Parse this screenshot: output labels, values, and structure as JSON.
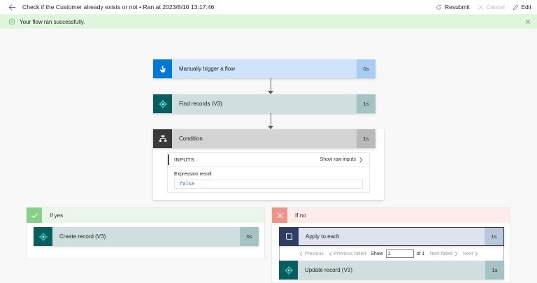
{
  "topbar": {
    "back_icon": "arrow-left-icon",
    "title": "Check if the Customer already exists or not • Ran at 2023/8/10 13:17:46",
    "actions": [
      {
        "label": "Resubmit",
        "icon": "refresh-icon",
        "disabled": false
      },
      {
        "label": "Cancel",
        "icon": "cancel-x-icon",
        "disabled": true
      },
      {
        "label": "Edit",
        "icon": "pencil-icon",
        "disabled": false
      }
    ]
  },
  "banner": {
    "icon": "check-circle-icon",
    "text": "Your flow ran successfully.",
    "close_icon": "close-icon"
  },
  "flow": {
    "trigger": {
      "title": "Manually trigger a flow",
      "duration": "0s",
      "icon": "manual-trigger-hand-icon",
      "status": "succeeded"
    },
    "find_records": {
      "title": "Find records (V3)",
      "duration": "1s",
      "icon": "dataverse-icon",
      "status": "succeeded"
    },
    "condition": {
      "title": "Condition",
      "duration": "1s",
      "icon": "condition-branch-icon",
      "status": "succeeded",
      "inputs_label": "INPUTS",
      "raw_inputs_link": "Show raw inputs",
      "raw_chevron": "chevron-right-icon",
      "expression_label": "Expression result",
      "expression_value": "false"
    },
    "if_yes": {
      "label": "If yes",
      "icon": "check-icon",
      "action": {
        "title": "Create record (V3)",
        "duration": "0s",
        "icon": "dataverse-icon",
        "status": "skipped"
      }
    },
    "if_no": {
      "label": "If no",
      "icon": "x-icon",
      "loop": {
        "title": "Apply to each",
        "duration": "1s",
        "icon": "foreach-loop-icon",
        "status": "succeeded",
        "pager": {
          "previous": "Previous",
          "previous_failed": "Previous failed",
          "show": "Show",
          "page_value": "1",
          "of": "of 1",
          "next_failed": "Next failed",
          "next": "Next"
        },
        "action": {
          "title": "Update record (V3)",
          "duration": "1s",
          "icon": "dataverse-icon",
          "status": "succeeded"
        }
      }
    }
  },
  "colors": {
    "accent": "#0078d4",
    "success": "#107c10",
    "skipped": "#4b4a49",
    "banner_bg": "#dff6dd",
    "yes_bg": "#e9f6e9",
    "no_bg": "#fdecea"
  }
}
